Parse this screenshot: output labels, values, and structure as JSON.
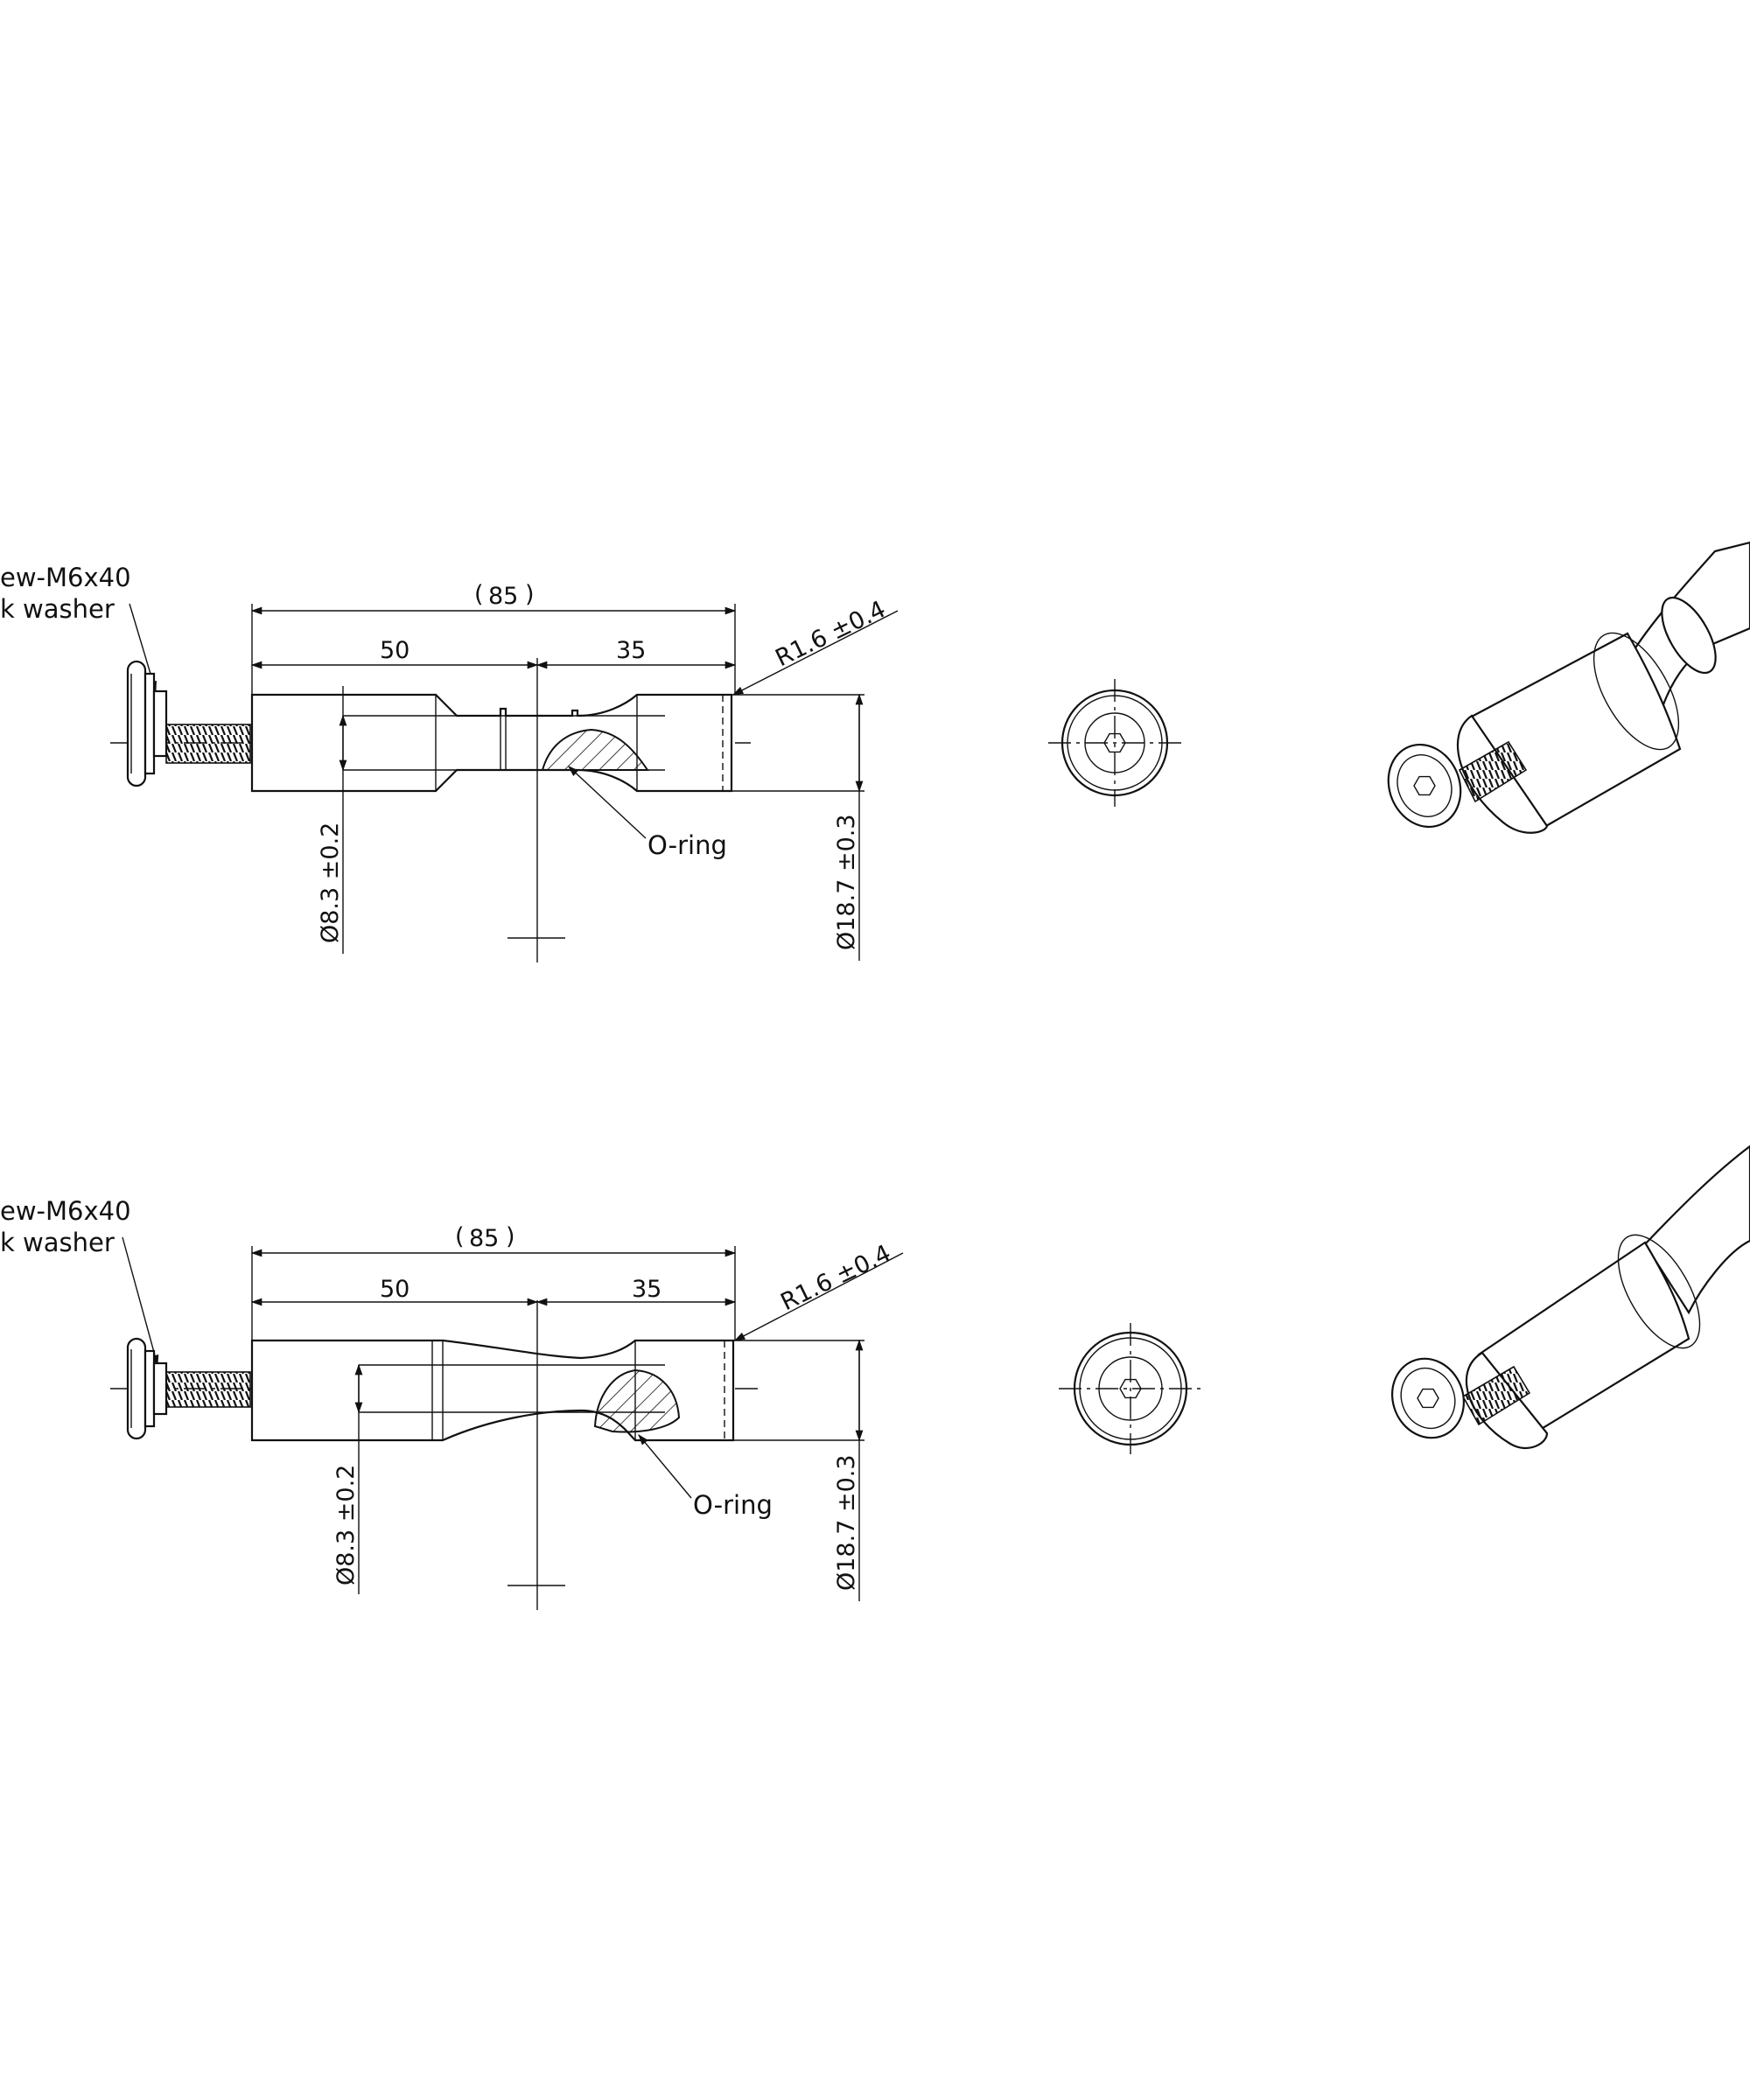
{
  "views": [
    {
      "screw_label": "ew-M6x40",
      "washer_label": "k washer",
      "overall_length": "85",
      "left_length": "50",
      "right_length": "35",
      "radius": "R1.6 ±0.4",
      "oring_label": "O-ring",
      "inner_diameter": "Ø8.3 ±0.2",
      "outer_diameter": "Ø18.7 ±0.3"
    },
    {
      "screw_label": "ew-M6x40",
      "washer_label": "k washer",
      "overall_length": "85",
      "left_length": "50",
      "right_length": "35",
      "radius": "R1.6 ±0.4",
      "oring_label": "O-ring",
      "inner_diameter": "Ø8.3 ±0.2",
      "outer_diameter": "Ø18.7 ±0.3"
    }
  ],
  "colors": {
    "line": "#111111",
    "background": "#ffffff"
  }
}
